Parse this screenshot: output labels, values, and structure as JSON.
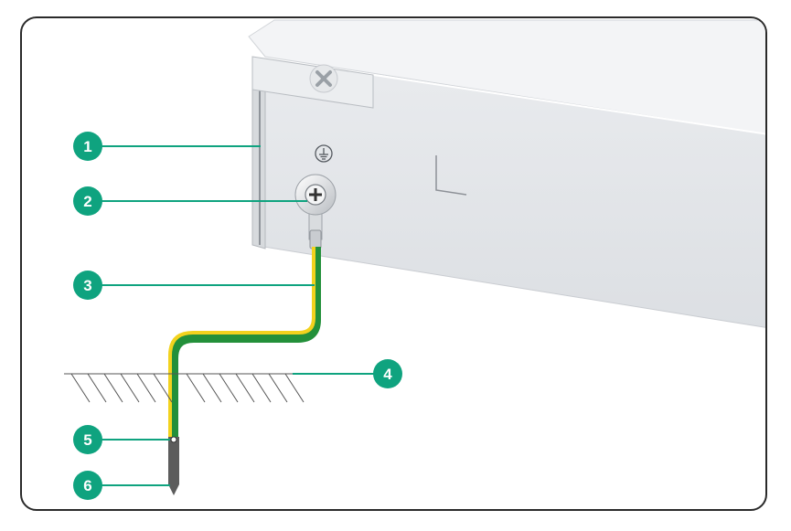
{
  "colors": {
    "callout": "#0fa37f",
    "chassis_top": "#f3f4f6",
    "chassis_front": "#e4e6e9",
    "cable_green": "#23903a",
    "cable_yellow": "#f2d21e",
    "rod": "#5c5c5c",
    "frame": "#2a2a2a"
  },
  "icons": {
    "ground_symbol": "ground-symbol-icon",
    "screw": "screw-icon",
    "captive_screw": "captive-screw-icon"
  },
  "callouts": [
    {
      "label": "1"
    },
    {
      "label": "2"
    },
    {
      "label": "3"
    },
    {
      "label": "4"
    },
    {
      "label": "5"
    },
    {
      "label": "6"
    }
  ]
}
